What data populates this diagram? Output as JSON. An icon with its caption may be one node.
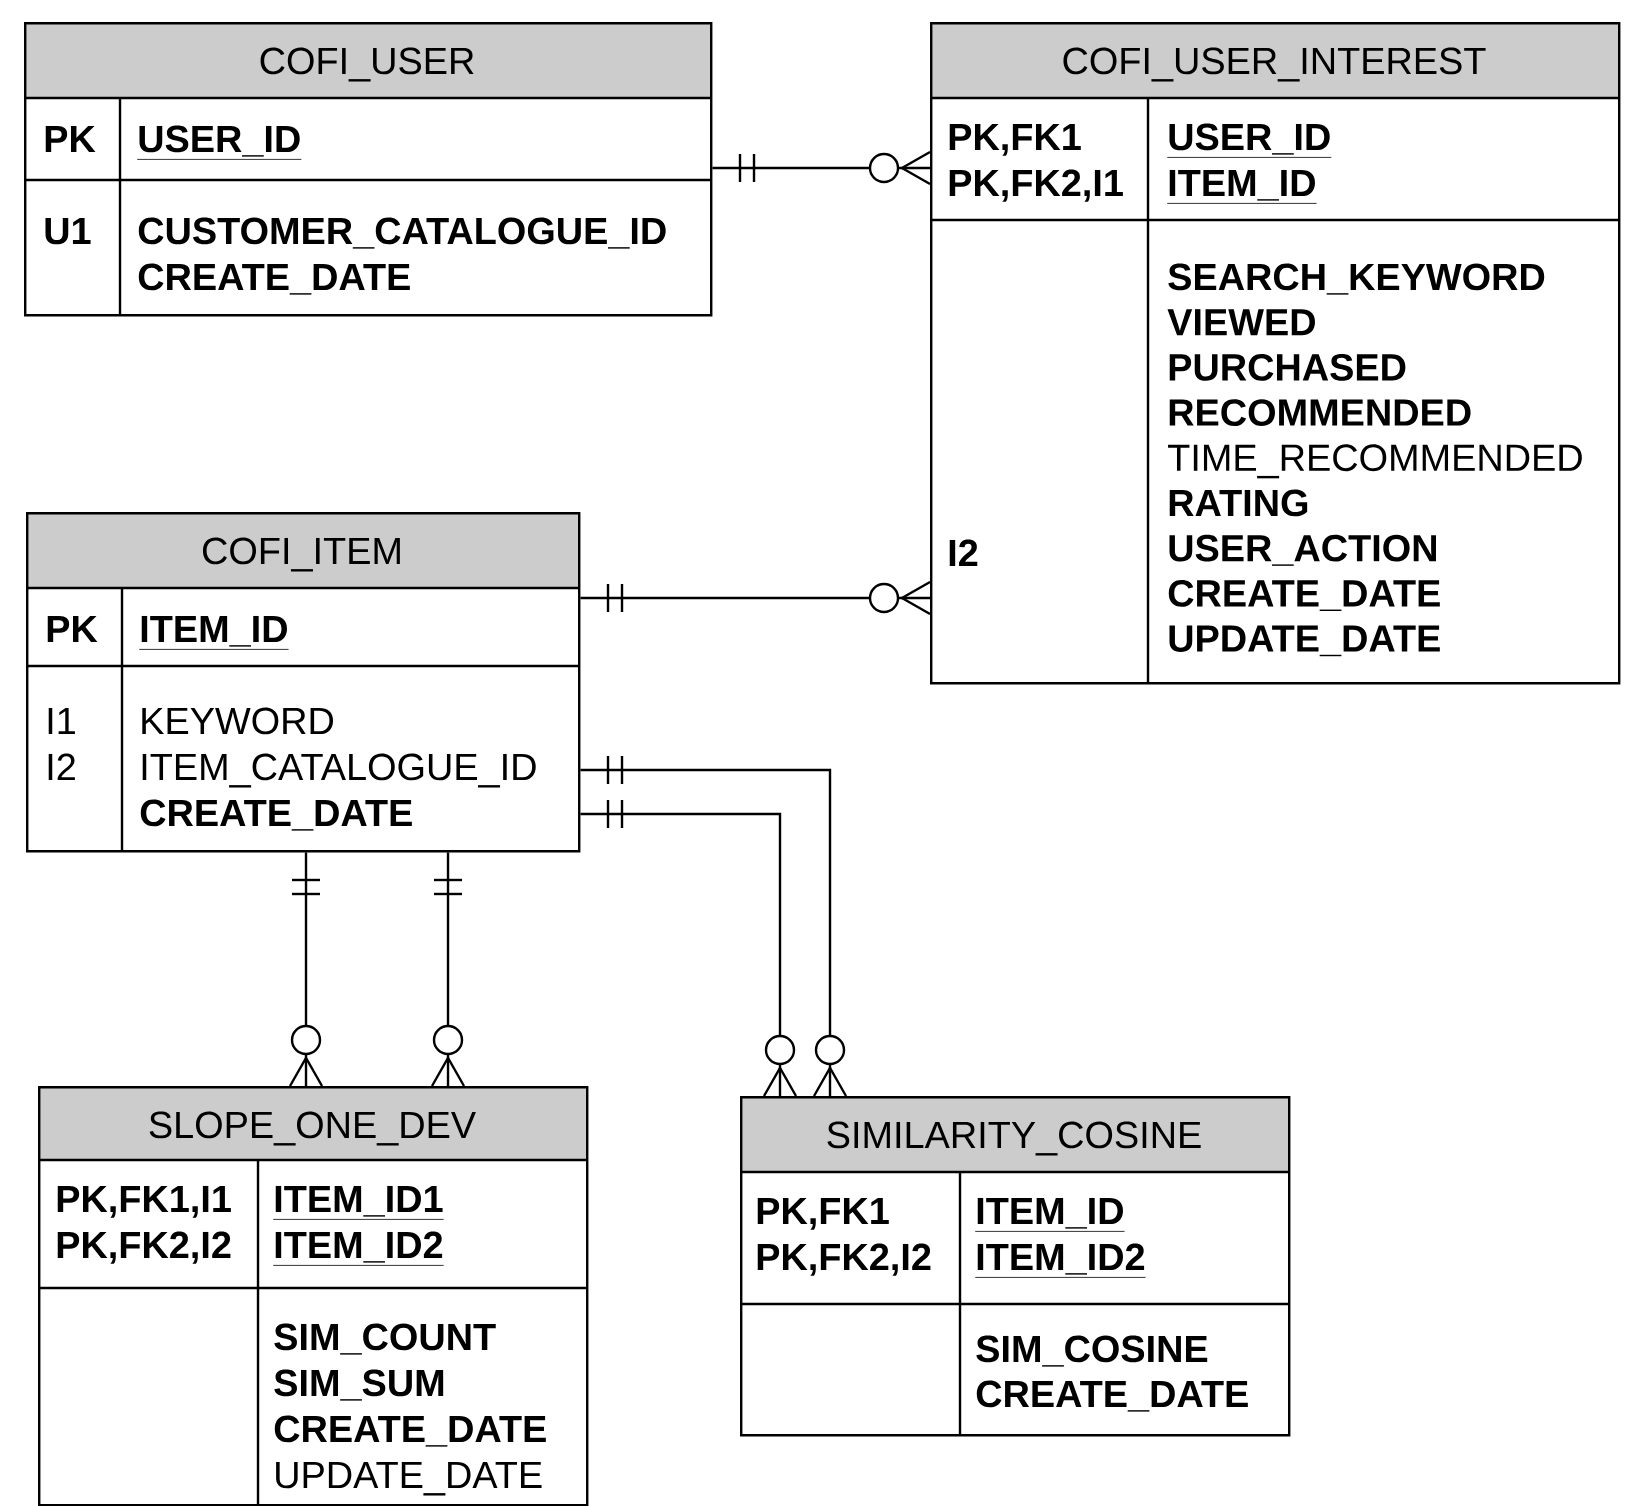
{
  "diagram": {
    "nodes": [
      {
        "text": [
          "COFI_USER"
        ]
      },
      {
        "text": [
          "PK"
        ],
        "in": 0
      },
      {
        "text": [
          "USER_ID"
        ],
        "in": 0
      },
      {
        "text": [
          "U1"
        ],
        "in": 0
      },
      {
        "text": [
          "CUSTOMER_CATALOGUE_ID",
          "CREATE_DATE"
        ],
        "in": 0
      },
      {
        "text": [
          "COFI_USER_INTEREST"
        ]
      },
      {
        "text": [
          "PK,FK1",
          "PK,FK2,I1"
        ],
        "in": 5
      },
      {
        "text": [
          "USER_ID",
          "ITEM_ID"
        ],
        "in": 5
      },
      {
        "text": [
          "I2"
        ],
        "in": 5
      },
      {
        "text": [
          "SEARCH_KEYWORD",
          "VIEWED",
          "PURCHASED",
          "RECOMMENDED",
          "TIME_RECOMMENDED",
          "RATING",
          "USER_ACTION",
          "CREATE_DATE",
          "UPDATE_DATE"
        ],
        "in": 5
      },
      {
        "text": [
          "COFI_ITEM"
        ]
      },
      {
        "text": [
          "PK"
        ],
        "in": 10
      },
      {
        "text": [
          "ITEM_ID"
        ],
        "in": 10
      },
      {
        "text": [
          "I1",
          "I2"
        ],
        "in": 10
      },
      {
        "text": [
          "KEYWORD",
          "ITEM_CATALOGUE_ID",
          "CREATE_DATE"
        ],
        "in": 10
      },
      {
        "text": [
          "SLOPE_ONE_DEV"
        ]
      },
      {
        "text": [
          "PK,FK1,I1",
          "PK,FK2,I2"
        ],
        "in": 15
      },
      {
        "text": [
          "ITEM_ID1",
          "ITEM_ID2"
        ],
        "in": 15
      },
      {
        "text": [
          "SIM_COUNT",
          "SIM_SUM",
          "CREATE_DATE",
          "UPDATE_DATE"
        ],
        "in": 15
      },
      {
        "text": [
          "SIMILARITY_COSINE"
        ]
      },
      {
        "text": [
          "PK,FK1",
          "PK,FK2,I2"
        ],
        "in": 19
      },
      {
        "text": [
          "ITEM_ID",
          "ITEM_ID2"
        ],
        "in": 19
      },
      {
        "text": [
          "SIM_COSINE",
          "CREATE_DATE"
        ],
        "in": 19
      }
    ],
    "edges": [
      {
        "from": 0,
        "to": 5,
        "arrow": "other"
      },
      {
        "from": 10,
        "to": 5,
        "arrow": "other"
      },
      {
        "from": 10,
        "to": 19,
        "arrow": "other"
      },
      {
        "from": 10,
        "to": 19,
        "arrow": "other"
      },
      {
        "from": 10,
        "to": 15,
        "arrow": "other"
      },
      {
        "from": 10,
        "to": 15,
        "arrow": "other"
      }
    ]
  }
}
